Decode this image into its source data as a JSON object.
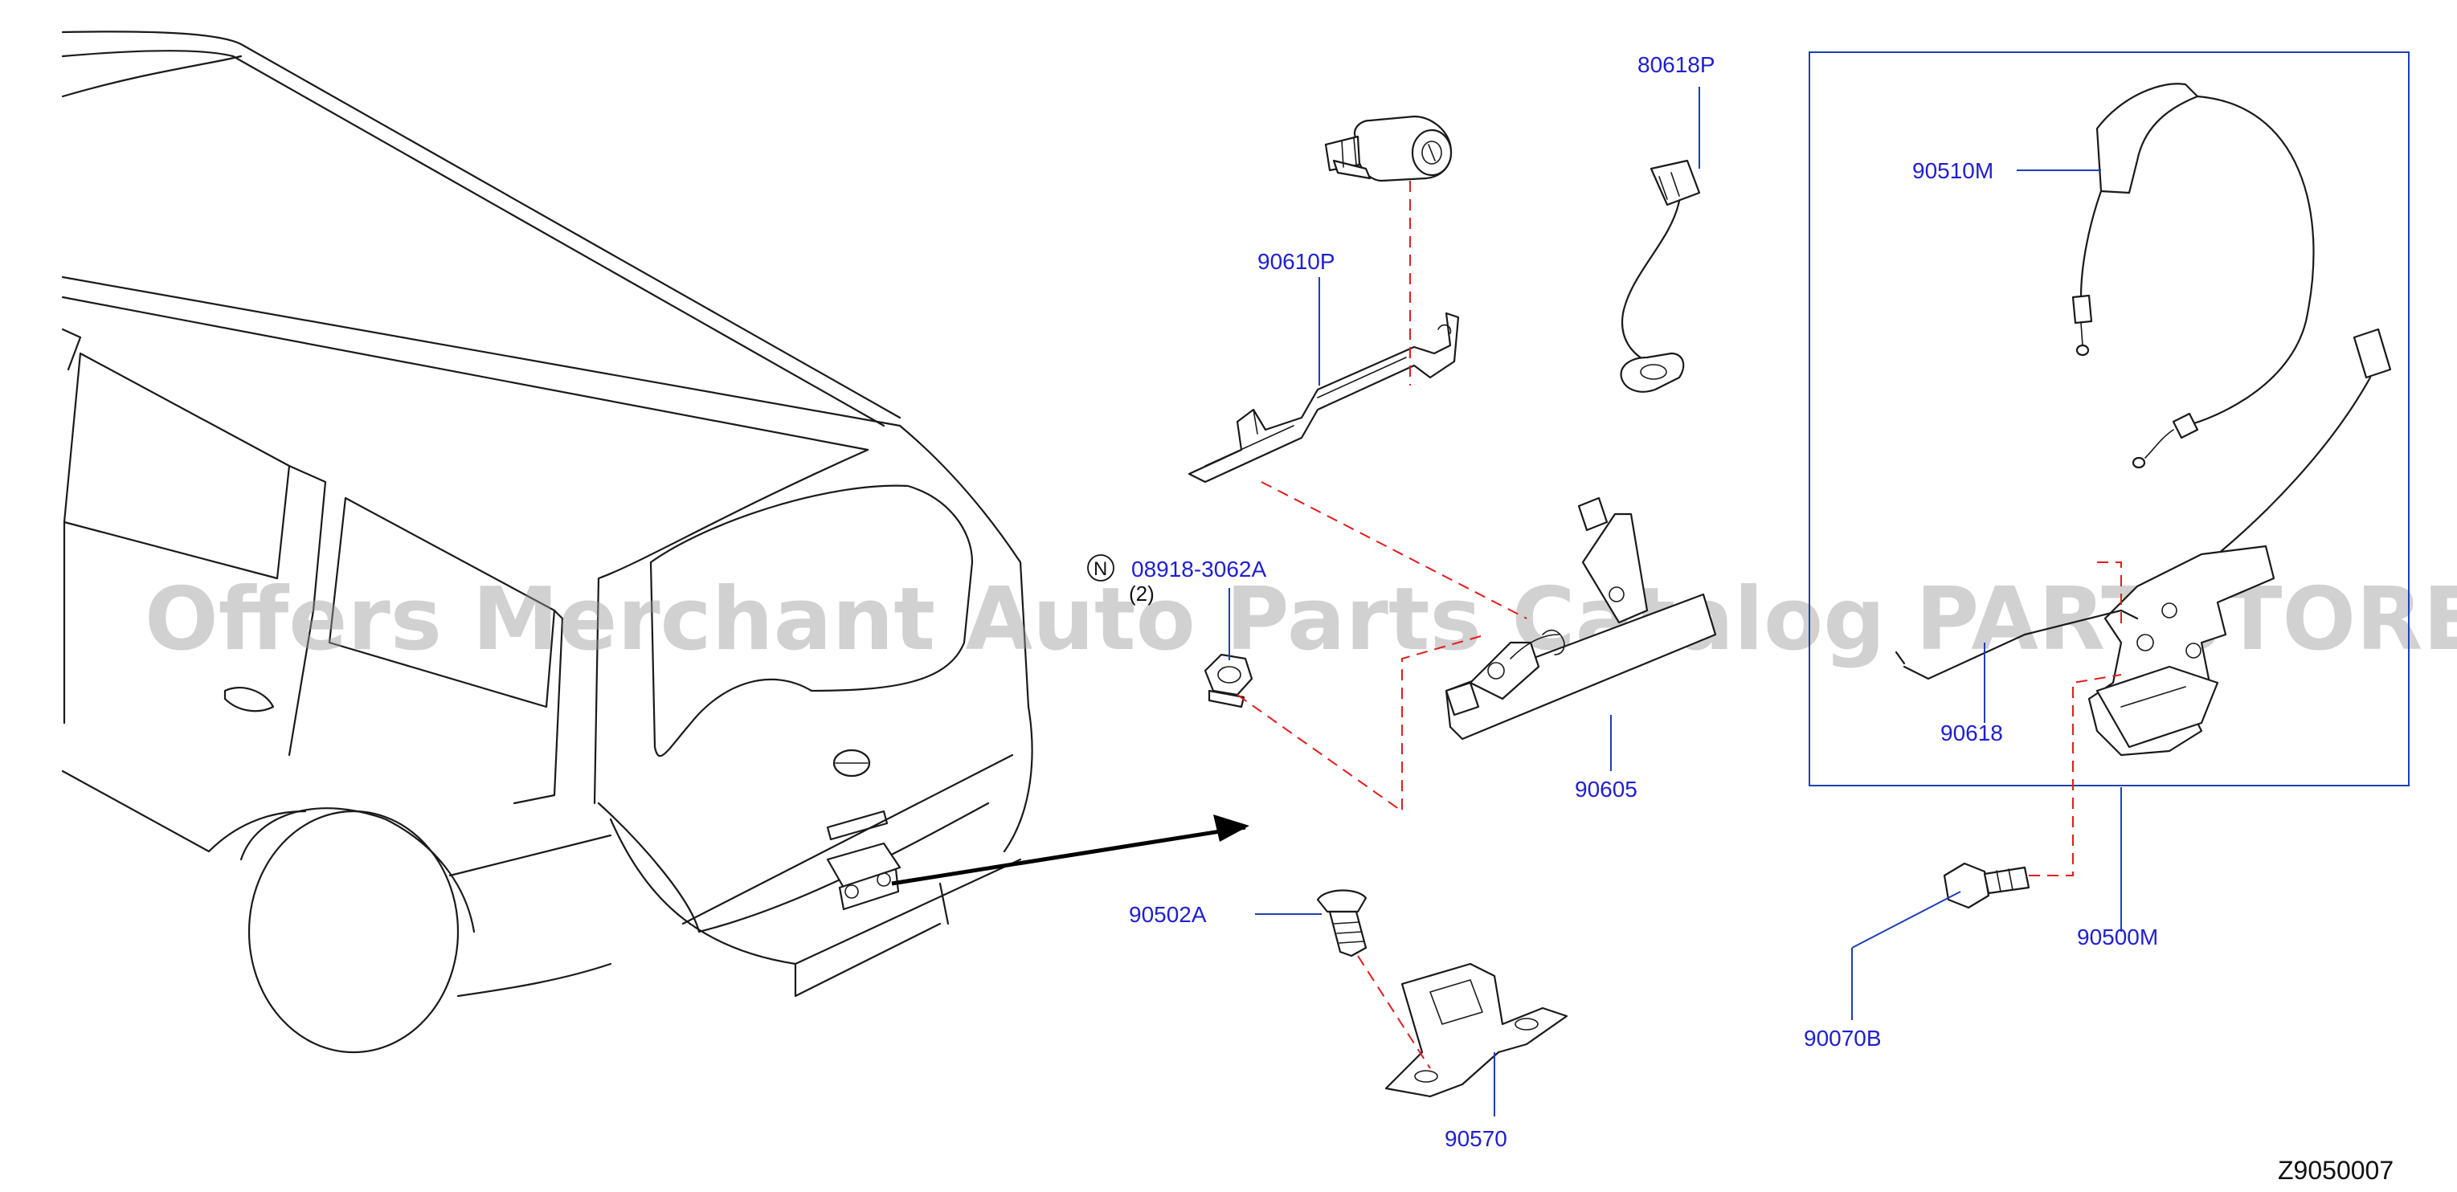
{
  "parts": [
    {
      "id": "p80618P",
      "label": "80618P"
    },
    {
      "id": "p90610P",
      "label": "90610P"
    },
    {
      "id": "p08918",
      "label": "08918-3062A",
      "note": "N",
      "qty": "(2)"
    },
    {
      "id": "p90605",
      "label": "90605"
    },
    {
      "id": "p90502A",
      "label": "90502A"
    },
    {
      "id": "p90570",
      "label": "90570"
    },
    {
      "id": "p90510M",
      "label": "90510M"
    },
    {
      "id": "p90618",
      "label": "90618"
    },
    {
      "id": "p90500M",
      "label": "90500M"
    },
    {
      "id": "p90070B",
      "label": "90070B"
    }
  ],
  "diagram_id": "Z9050007",
  "watermark": "Offers Merchant Auto Parts Catalog PARTSTORE.SA",
  "colors": {
    "callout_text": "#1f1fd0",
    "leader_line": "#1f3fb3",
    "dashed_guide": "#e31b1b",
    "line_art": "#1a1a1a",
    "watermark": "#9a9a9a"
  }
}
